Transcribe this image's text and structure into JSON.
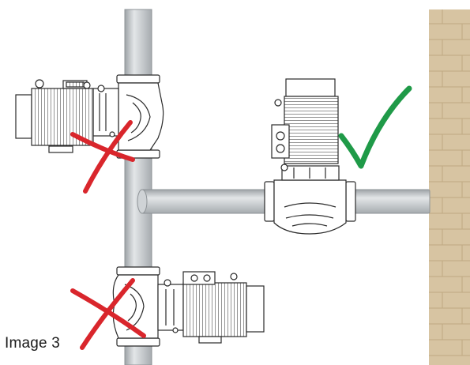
{
  "caption": "Image 3",
  "colors": {
    "pipe": "#c9cdd0",
    "pipe_edge": "#8e9397",
    "wall": "#d7c4a2",
    "wall_mortar": "#bfa982",
    "wrong_mark": "#d9262c",
    "right_mark": "#1f9a48",
    "line": "#2a2a2a"
  },
  "pumps": [
    {
      "id": "pump-top-left",
      "orientation": "motor-horizontal-left",
      "verdict": "incorrect"
    },
    {
      "id": "pump-center-right",
      "orientation": "motor-vertical-up",
      "verdict": "correct"
    },
    {
      "id": "pump-bottom-left",
      "orientation": "motor-horizontal-right",
      "verdict": "incorrect"
    }
  ],
  "icons": [
    "cross-icon",
    "checkmark-icon",
    "brick-wall",
    "pipe"
  ]
}
